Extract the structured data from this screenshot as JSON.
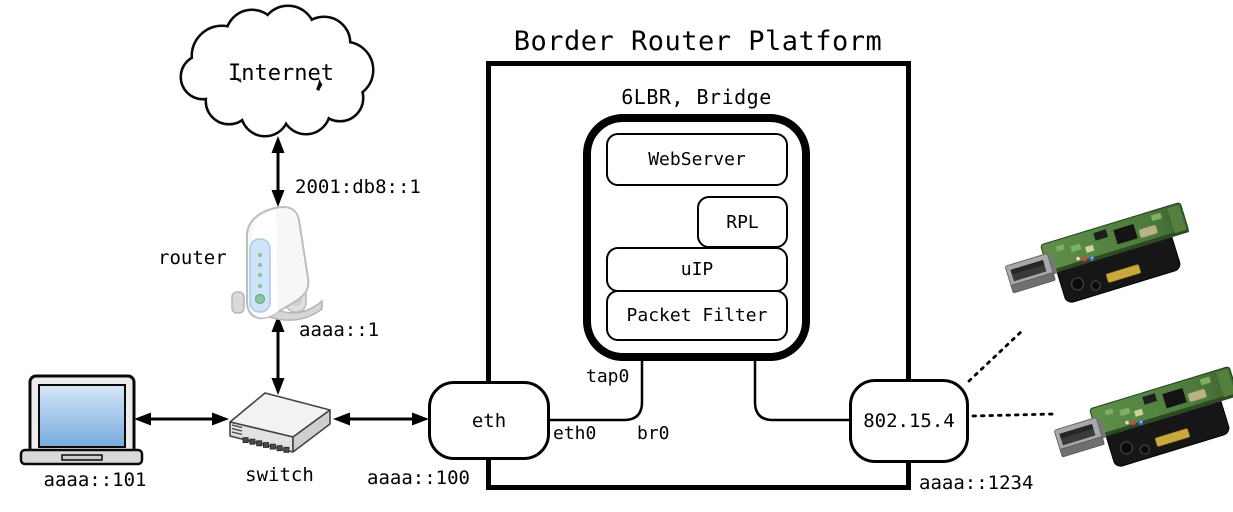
{
  "diagram": {
    "title": "Border Router Platform",
    "cloud": {
      "label": "Internet"
    },
    "links": {
      "wan_address": "2001:db8::1",
      "lan_address": "aaaa::1"
    },
    "router": {
      "label": "router"
    },
    "switch": {
      "label": "switch"
    },
    "laptop": {
      "address": "aaaa::101"
    },
    "bridge": {
      "label": "6LBR, Bridge",
      "modules": {
        "webserver": "WebServer",
        "rpl": "RPL",
        "uip": "uIP",
        "packet_filter": "Packet Filter"
      }
    },
    "interfaces": {
      "tap0": "tap0",
      "eth0": "eth0",
      "br0": "br0"
    },
    "eth_node": {
      "label": "eth",
      "address": "aaaa::100"
    },
    "radio_node": {
      "label": "802.15.4",
      "address": "aaaa::1234"
    }
  },
  "icons": {
    "cloud": "internet-cloud-icon",
    "router": "router-device-icon",
    "laptop": "laptop-icon",
    "switch": "ethernet-switch-icon",
    "mote": "usb-radio-mote-icon"
  },
  "colors": {
    "line": "#000000",
    "laptop_screen_top": "#d6e7f7",
    "laptop_screen_bottom": "#76abdf",
    "router_panel": "#cfe4f8",
    "router_led": "#86c79b",
    "mote_pcb": "#4c7a3c",
    "mote_base": "#1b1b1b",
    "led_red": "#e04038",
    "led_blue": "#4466ff"
  }
}
